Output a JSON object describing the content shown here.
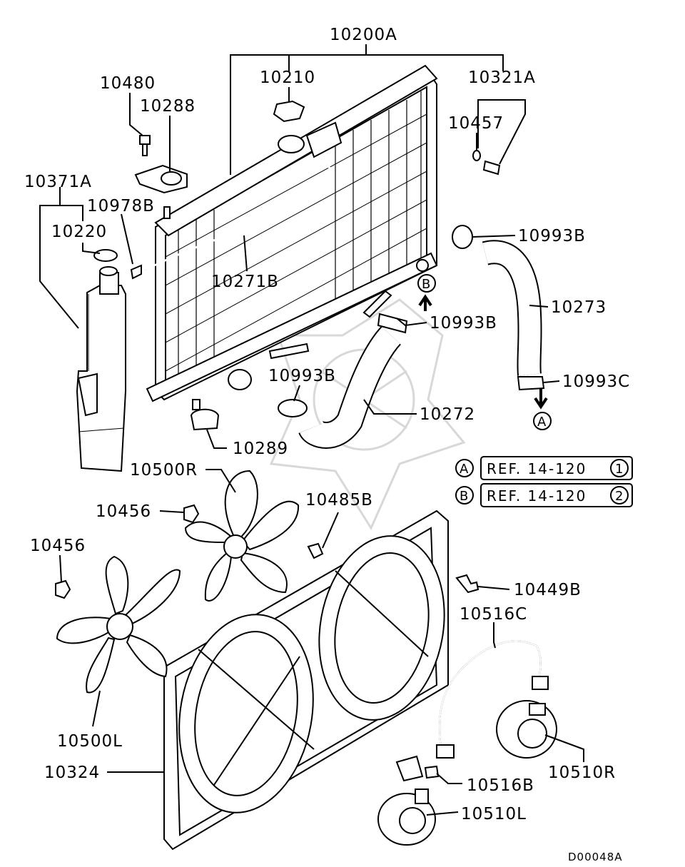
{
  "diagram": {
    "code": "D00048A",
    "refs": [
      {
        "circle": "A",
        "text": "REF. 14-120",
        "num": "1"
      },
      {
        "circle": "B",
        "text": "REF. 14-120",
        "num": "2"
      }
    ],
    "connector_marks": [
      "B",
      "A"
    ],
    "labels": {
      "l10200A": "10200A",
      "l10210": "10210",
      "l10321A": "10321A",
      "l10480": "10480",
      "l10288": "10288",
      "l10457": "10457",
      "l10371A": "10371A",
      "l10978B": "10978B",
      "l10220": "10220",
      "l10993B_1": "10993B",
      "l10271B": "10271B",
      "l10273": "10273",
      "l10993B_2": "10993B",
      "l10993B_3": "10993B",
      "l10993C": "10993C",
      "l10272": "10272",
      "l10289": "10289",
      "l10500R": "10500R",
      "l10456_1": "10456",
      "l10485B": "10485B",
      "l10456_2": "10456",
      "l10449B": "10449B",
      "l10516C": "10516C",
      "l10500L": "10500L",
      "l10324": "10324",
      "l10510R": "10510R",
      "l10516B": "10516B",
      "l10510L": "10510L"
    }
  }
}
